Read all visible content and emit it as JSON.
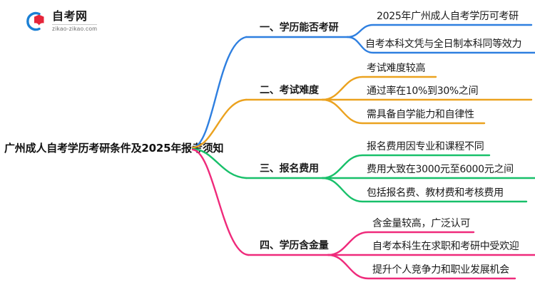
{
  "logo": {
    "mark_name": "zikao-logo-icon",
    "cn_name": "自考网",
    "url": "zikao-zikao.com",
    "arc_color": "#1a7fd4",
    "cap_color": "#e5253a"
  },
  "root": {
    "title": "广州成人自考学历考研条件及2025年报考须知"
  },
  "branches": [
    {
      "label": "一、学历能否考研",
      "color": "#2e7fe0",
      "children": [
        "2025年广州成人自考学历可考研",
        "自考本科文凭与全日制本科同等效力"
      ]
    },
    {
      "label": "二、考试难度",
      "color": "#eba21f",
      "children": [
        "考试难度较高",
        "通过率在10%到30%之间",
        "需具备自学能力和自律性"
      ]
    },
    {
      "label": "三、报名费用",
      "color": "#18c06a",
      "children": [
        "报名费用因专业和课程不同",
        "费用大致在3000元至6000元之间",
        "包括报名费、教材费和考核费用"
      ]
    },
    {
      "label": "四、学历含金量",
      "color": "#ef2a7b",
      "children": [
        "含金量较高，广泛认可",
        "自考本科生在求职和考研中受欢迎",
        "提升个人竞争力和职业发展机会"
      ]
    }
  ]
}
